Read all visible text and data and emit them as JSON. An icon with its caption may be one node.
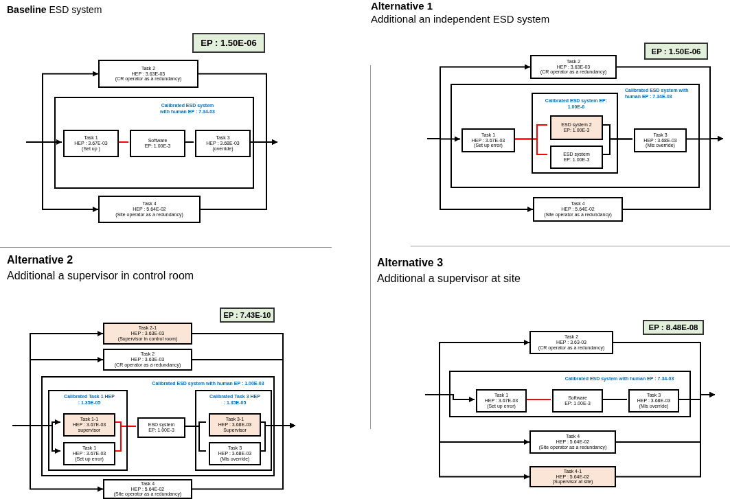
{
  "diagram": {
    "nodes": [
      {
        "text": [
          "EP : 1.50E-06"
        ]
      },
      {
        "text": [
          "Task 2",
          "HEP : 3.63E-03",
          "(CR operator as a redundancy)"
        ]
      },
      {
        "text": [
          "Calibrated ESD system with human EP : 7.34-03"
        ]
      },
      {
        "text": [
          "Task 1",
          "HEP : 3.67E-03",
          "(Set up )"
        ],
        "in": 2
      },
      {
        "text": [
          "Software",
          "EP: 1.00E-3"
        ],
        "in": 2
      },
      {
        "text": [
          "Task 3",
          "HEP : 3.68E-03",
          "(override)"
        ],
        "in": 2
      },
      {
        "text": [
          "Task 4",
          "HEP : 5.64E-02",
          "(Site operator as a redundancy)"
        ]
      },
      {
        "text": [
          "EP : 1.50E-06"
        ]
      },
      {
        "text": [
          "Task 2",
          "HEP : 3.63E-03",
          "(CR operator as a redundancy)"
        ]
      },
      {
        "text": [
          "Calibrated ESD system with human EP : 7.34E-03"
        ]
      },
      {
        "text": [
          "Task 1",
          "HEP : 3.67E-03",
          "(Set up error)"
        ],
        "in": 9
      },
      {
        "text": [
          "Calibrated ESD system EP: 1.00E-6"
        ],
        "in": 9
      },
      {
        "text": [
          "ESD system 2",
          "EP: 1.00E-3"
        ],
        "in": 11
      },
      {
        "text": [
          "ESD system",
          "EP: 1.00E-3"
        ],
        "in": 11
      },
      {
        "text": [
          "Task 3",
          "HEP : 3.68E-03",
          "(Mis override)"
        ],
        "in": 9
      },
      {
        "text": [
          "Task 4",
          "HEP : 5.64E-02",
          "(Site operator as a redundancy)"
        ]
      },
      {
        "text": [
          "EP : 7.43E-10"
        ]
      },
      {
        "text": [
          "Task 2-1",
          "HEP : 3.63E-03",
          "(Supervisor in control room)"
        ]
      },
      {
        "text": [
          "Task 2",
          "HEP : 3.63E-03",
          "(CR operator as a redundancy)"
        ]
      },
      {
        "text": [
          "Calibrated ESD system with human EP : 1.00E-03"
        ]
      },
      {
        "text": [
          "Calibrated Task 1 HEP : 1.35E-05"
        ],
        "in": 19
      },
      {
        "text": [
          "Task 1-1",
          "HEP : 3.67E-03",
          "supervisor"
        ],
        "in": 20
      },
      {
        "text": [
          "Task 1",
          "HEP : 3.67E-03",
          "(Set up error)"
        ],
        "in": 20
      },
      {
        "text": [
          "ESD system",
          "EP: 1.00E-3"
        ],
        "in": 19
      },
      {
        "text": [
          "Calibrated Task 3 HEP : 1.35E-05"
        ],
        "in": 19
      },
      {
        "text": [
          "Task 3-1",
          "HEP : 3.68E-03",
          "Supervisor"
        ],
        "in": 24
      },
      {
        "text": [
          "Task 3",
          "HEP : 3.68E-03",
          "(Mis override)"
        ],
        "in": 24
      },
      {
        "text": [
          "Task 4",
          "HEP : 5.64E-02",
          "(Site operator as a redundancy)"
        ]
      },
      {
        "text": [
          "EP : 8.48E-08"
        ]
      },
      {
        "text": [
          "Task 2",
          "HEP : 3.63-03",
          "(CR operator as a redundancy)"
        ]
      },
      {
        "text": [
          "Calibrated ESD system with human EP : 7.34-03"
        ]
      },
      {
        "text": [
          "Task 1",
          "HEP : 3.67E-03",
          "(Set up error)"
        ],
        "in": 30
      },
      {
        "text": [
          "Software",
          "EP: 1.00E-3"
        ],
        "in": 30
      },
      {
        "text": [
          "Task 3",
          "HEP : 3.68E-03",
          "(Mis override)"
        ],
        "in": 30
      },
      {
        "text": [
          "Task 4",
          "HEP : 5.64E-02",
          "(Site operator as a redundancy)"
        ]
      },
      {
        "text": [
          "Task 4-1",
          "HEP : 5.64E-02",
          "(Supervisor at site)"
        ]
      }
    ],
    "edges": [
      {
        "from": null,
        "to": 1,
        "arrow": "to"
      },
      {
        "from": null,
        "to": 3,
        "arrow": "to"
      },
      {
        "from": null,
        "to": 6,
        "arrow": "to"
      },
      {
        "from": 3,
        "to": 4,
        "arrow": "none",
        "color": "#ff0000"
      },
      {
        "from": 4,
        "to": 5,
        "arrow": "none"
      },
      {
        "from": 1,
        "to": null,
        "arrow": "to"
      },
      {
        "from": 5,
        "to": null,
        "arrow": "to"
      },
      {
        "from": 6,
        "to": null,
        "arrow": "to"
      },
      {
        "from": null,
        "to": 8,
        "arrow": "to"
      },
      {
        "from": null,
        "to": 10,
        "arrow": "to"
      },
      {
        "from": null,
        "to": 15,
        "arrow": "to"
      },
      {
        "from": 10,
        "to": 12,
        "arrow": "none",
        "color": "#ff0000"
      },
      {
        "from": 10,
        "to": 13,
        "arrow": "none",
        "color": "#ff0000"
      },
      {
        "from": 12,
        "to": 14,
        "arrow": "none"
      },
      {
        "from": 13,
        "to": 14,
        "arrow": "none"
      },
      {
        "from": 8,
        "to": null,
        "arrow": "to"
      },
      {
        "from": 14,
        "to": null,
        "arrow": "to"
      },
      {
        "from": 15,
        "to": null,
        "arrow": "to"
      },
      {
        "from": null,
        "to": 17,
        "arrow": "to"
      },
      {
        "from": null,
        "to": 18,
        "arrow": "to"
      },
      {
        "from": null,
        "to": 21,
        "arrow": "to"
      },
      {
        "from": null,
        "to": 22,
        "arrow": "to"
      },
      {
        "from": null,
        "to": 27,
        "arrow": "to"
      },
      {
        "from": 21,
        "to": 23,
        "arrow": "none",
        "color": "#ff0000"
      },
      {
        "from": 22,
        "to": 23,
        "arrow": "none",
        "color": "#ff0000"
      },
      {
        "from": 23,
        "to": 25,
        "arrow": "none"
      },
      {
        "from": 23,
        "to": 26,
        "arrow": "none"
      },
      {
        "from": 17,
        "to": null,
        "arrow": "to"
      },
      {
        "from": 18,
        "to": null,
        "arrow": "to"
      },
      {
        "from": 25,
        "to": null,
        "arrow": "to"
      },
      {
        "from": 26,
        "to": null,
        "arrow": "to"
      },
      {
        "from": 27,
        "to": null,
        "arrow": "to"
      },
      {
        "from": null,
        "to": 29,
        "arrow": "to"
      },
      {
        "from": null,
        "to": 31,
        "arrow": "to"
      },
      {
        "from": null,
        "to": 34,
        "arrow": "to"
      },
      {
        "from": null,
        "to": 35,
        "arrow": "to"
      },
      {
        "from": 31,
        "to": 32,
        "arrow": "none",
        "color": "#ff0000"
      },
      {
        "from": 32,
        "to": 33,
        "arrow": "none"
      },
      {
        "from": 29,
        "to": null,
        "arrow": "to"
      },
      {
        "from": 33,
        "to": null,
        "arrow": "to"
      },
      {
        "from": 34,
        "to": null,
        "arrow": "to"
      },
      {
        "from": 35,
        "to": null,
        "arrow": "to"
      }
    ],
    "labels": [
      "**Baseline** ESD system",
      "Alternative 1",
      "Additional an independent ESD system",
      "Alternative 2",
      "Additional a supervisor in control room",
      "Alternative 3",
      "Additional a supervisor at site"
    ]
  }
}
